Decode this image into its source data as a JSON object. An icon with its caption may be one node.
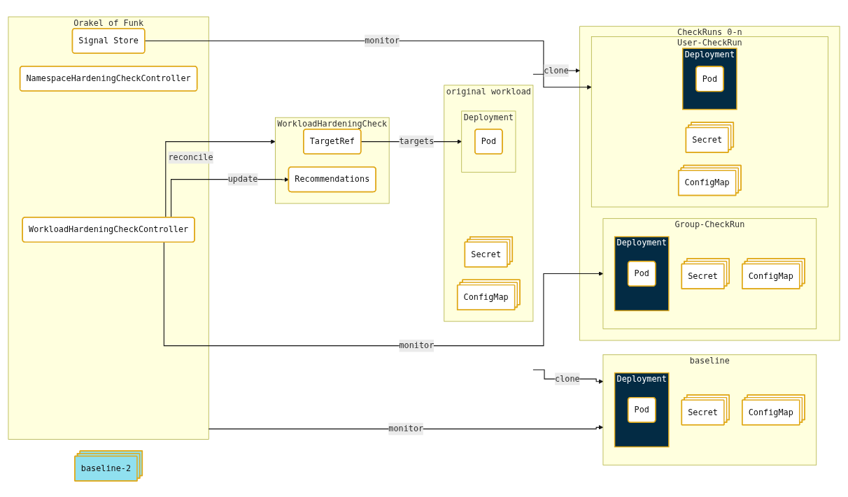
{
  "diagram": {
    "nodes": [
      {
        "text": [
          "original workload"
        ]
      },
      {
        "text": [
          "Deployment"
        ],
        "in": 0
      },
      {
        "text": [
          "Pod"
        ],
        "in": 1
      },
      {
        "text": [
          "Secret"
        ],
        "in": 0
      },
      {
        "text": [
          "ConfigMap"
        ],
        "in": 0
      },
      {
        "text": [
          "baseline-2"
        ]
      },
      {
        "text": [
          "baseline"
        ]
      },
      {
        "text": [
          "Deployment"
        ],
        "in": 6
      },
      {
        "text": [
          "Pod"
        ],
        "in": 7
      },
      {
        "text": [
          "Secret"
        ],
        "in": 6
      },
      {
        "text": [
          "ConfigMap"
        ],
        "in": 6
      },
      {
        "text": [
          "CheckRuns 0-n"
        ]
      },
      {
        "text": [
          "Group-CheckRun"
        ],
        "in": 11
      },
      {
        "text": [
          "Deployment"
        ],
        "in": 12
      },
      {
        "text": [
          "Pod"
        ],
        "in": 13
      },
      {
        "text": [
          "Secret"
        ],
        "in": 12
      },
      {
        "text": [
          "ConfigMap"
        ],
        "in": 12
      },
      {
        "text": [
          "User-CheckRun"
        ],
        "in": 11
      },
      {
        "text": [
          "Deployment"
        ],
        "in": 17
      },
      {
        "text": [
          "Pod"
        ],
        "in": 18
      },
      {
        "text": [
          "Secret"
        ],
        "in": 17
      },
      {
        "text": [
          "ConfigMap"
        ],
        "in": 17
      },
      {
        "text": [
          "WorkloadHardeningCheck"
        ]
      },
      {
        "text": [
          "TargetRef"
        ],
        "in": 22
      },
      {
        "text": [
          "Recommendations"
        ],
        "in": 22
      },
      {
        "text": [
          "Orakel of Funk"
        ]
      },
      {
        "text": [
          "WorkloadHardeningCheckController"
        ],
        "in": 25
      },
      {
        "text": [
          "NamespaceHardeningCheckController"
        ],
        "in": 25
      },
      {
        "text": [
          "Signal Store"
        ],
        "in": 25
      }
    ],
    "edges": [
      {
        "from": 0,
        "to": 6,
        "arrow": "to",
        "label": "clone"
      },
      {
        "from": 0,
        "to": 11,
        "arrow": "to",
        "label": "clone"
      },
      {
        "from": 23,
        "to": 1,
        "arrow": "to",
        "label": "targets"
      },
      {
        "from": 25,
        "to": 6,
        "arrow": "to",
        "label": "monitor"
      },
      {
        "from": 26,
        "to": 22,
        "arrow": "to",
        "label": "reconcile"
      },
      {
        "from": 26,
        "to": 24,
        "arrow": "to",
        "label": "update"
      },
      {
        "from": 26,
        "to": 12,
        "arrow": "to",
        "label": "monitor"
      },
      {
        "from": 28,
        "to": 17,
        "arrow": "to",
        "label": "monitor"
      }
    ]
  }
}
